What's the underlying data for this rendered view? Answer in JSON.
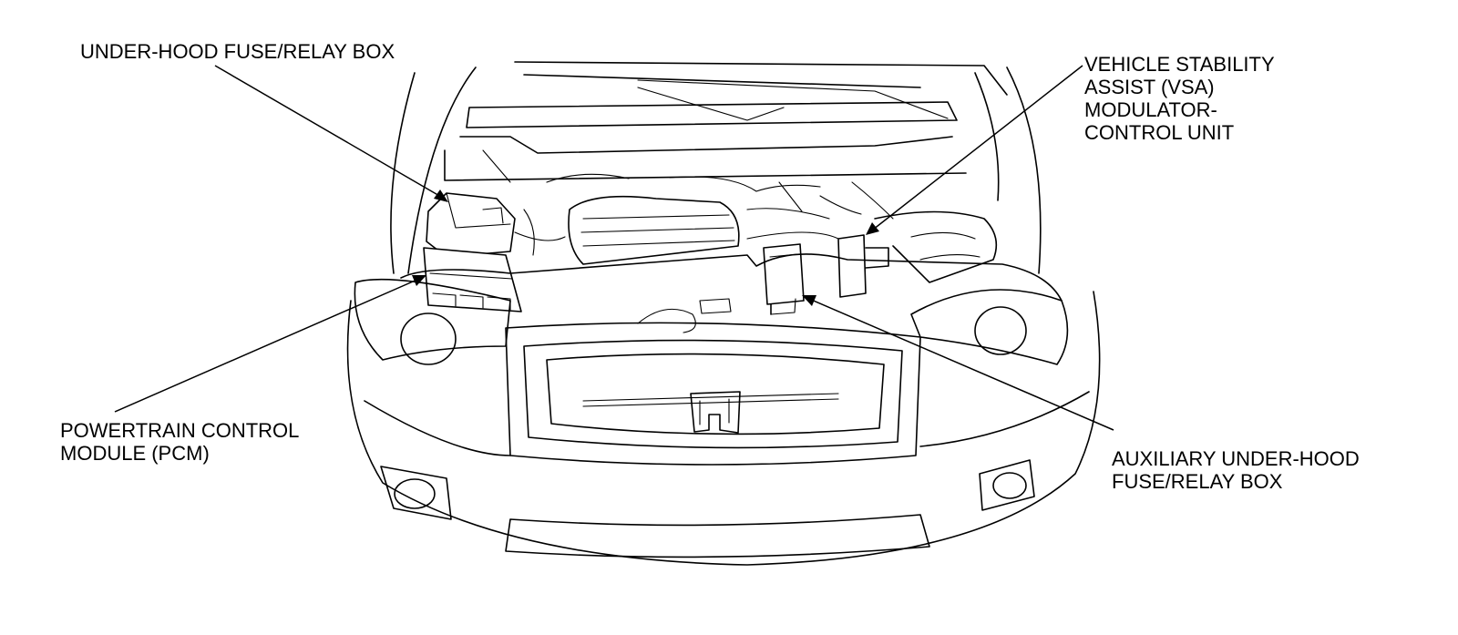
{
  "callouts": {
    "under_hood_fuse_box": [
      "UNDER-HOOD FUSE/RELAY BOX"
    ],
    "vsa_unit": [
      "VEHICLE STABILITY",
      "ASSIST (VSA)",
      "MODULATOR-",
      "CONTROL UNIT"
    ],
    "pcm": [
      "POWERTRAIN CONTROL",
      "MODULE (PCM)"
    ],
    "aux_fuse_box": [
      "AUXILIARY UNDER-HOOD",
      "FUSE/RELAY BOX"
    ]
  },
  "colors": {
    "line": "#000000",
    "background": "#ffffff"
  }
}
